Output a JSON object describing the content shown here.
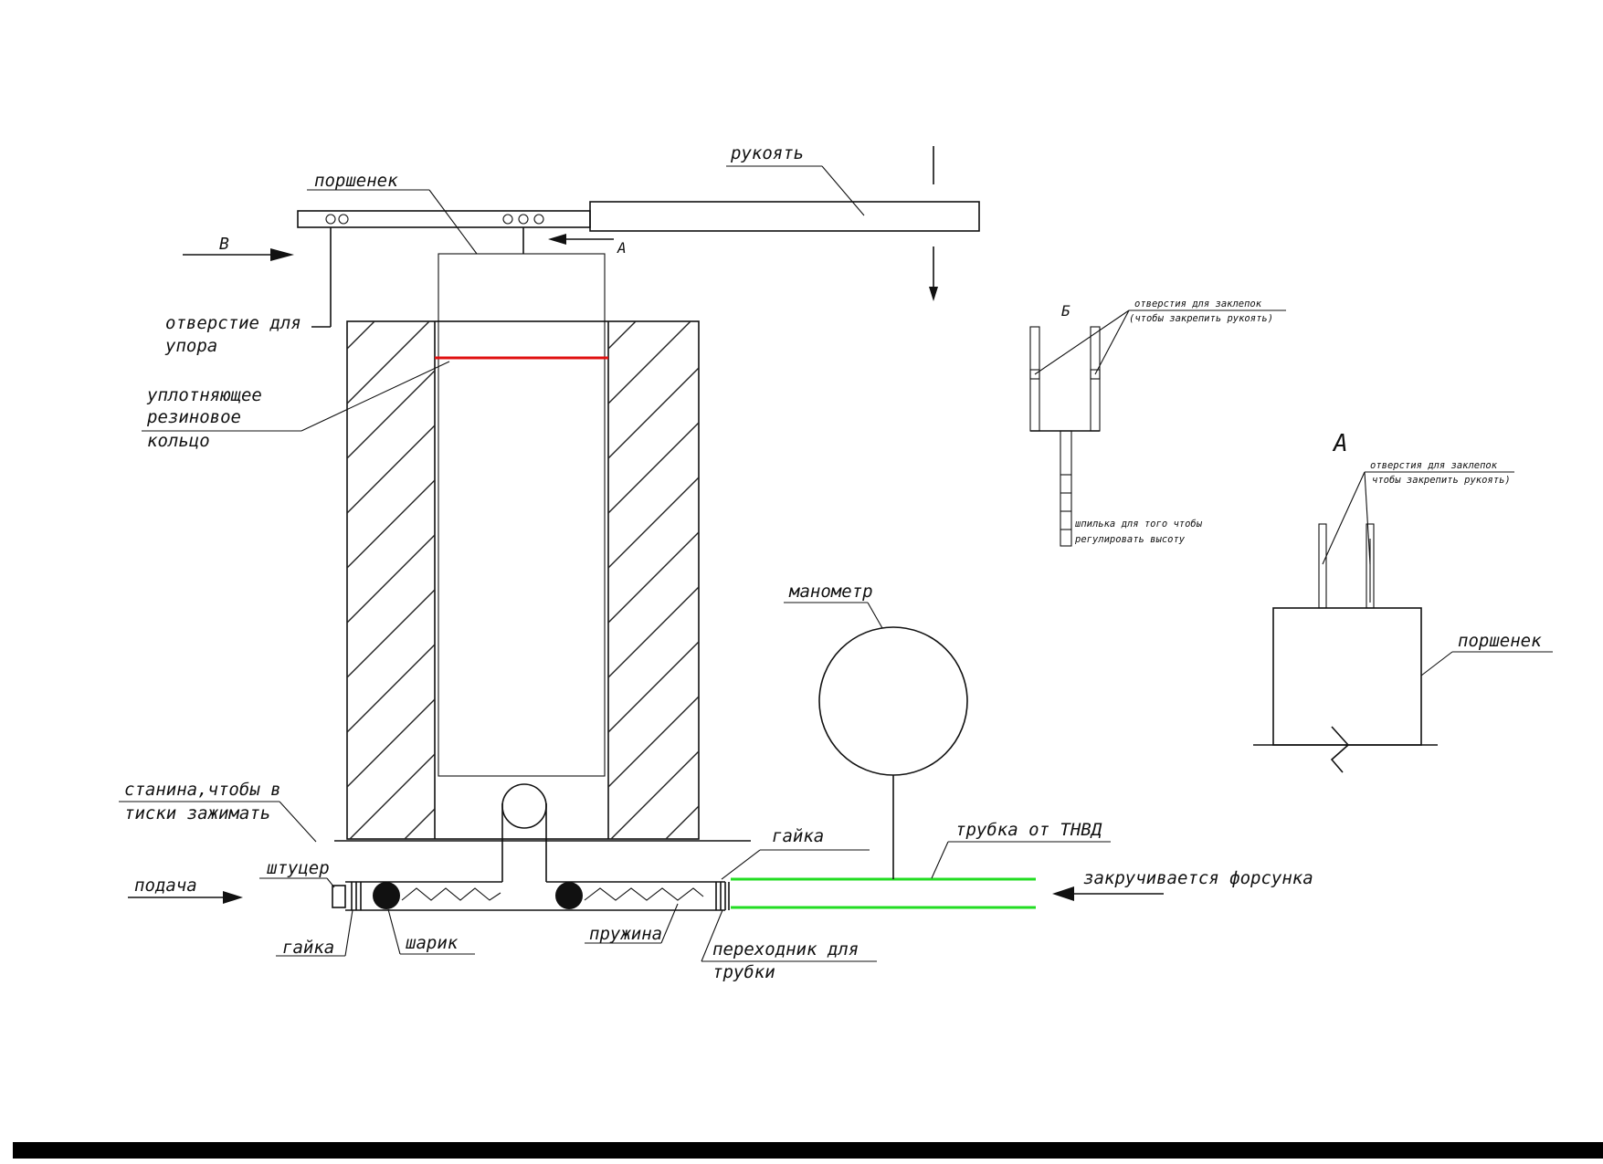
{
  "labels": {
    "handle": "рукоять",
    "piston": "поршенек",
    "arrow_b": "В",
    "arrow_a": "А",
    "stop_hole_1": "отверстие для",
    "stop_hole_2": "упора",
    "ring_1": "уплотняющее",
    "ring_2": "резиновое",
    "ring_3": "кольцо",
    "frame_1": "станина,чтобы в",
    "frame_2": "тиски зажимать",
    "fitting": "штуцер",
    "supply": "подача",
    "nut_left": "гайка",
    "ball": "шарик",
    "spring": "пружина",
    "nut_right": "гайка",
    "adapter_1": "переходник для",
    "adapter_2": "трубки",
    "manometer": "манометр",
    "tube": "трубка от ТНВД",
    "injector": "закручивается форсунка"
  },
  "view_b": {
    "title": "Б",
    "holes_1": "отверстия для заклепок",
    "holes_2": "(чтобы закрепить рукоять)",
    "stud_1": "шпилька для того чтобы",
    "stud_2": "регулировать высоту"
  },
  "view_a": {
    "title": "А",
    "holes_1": "отверстия для заклепок",
    "holes_2": "чтобы закрепить рукоять)",
    "piston": "поршенек"
  },
  "colors": {
    "seal_ring": "#e01010",
    "tube": "#22dd22",
    "line": "#111111"
  }
}
